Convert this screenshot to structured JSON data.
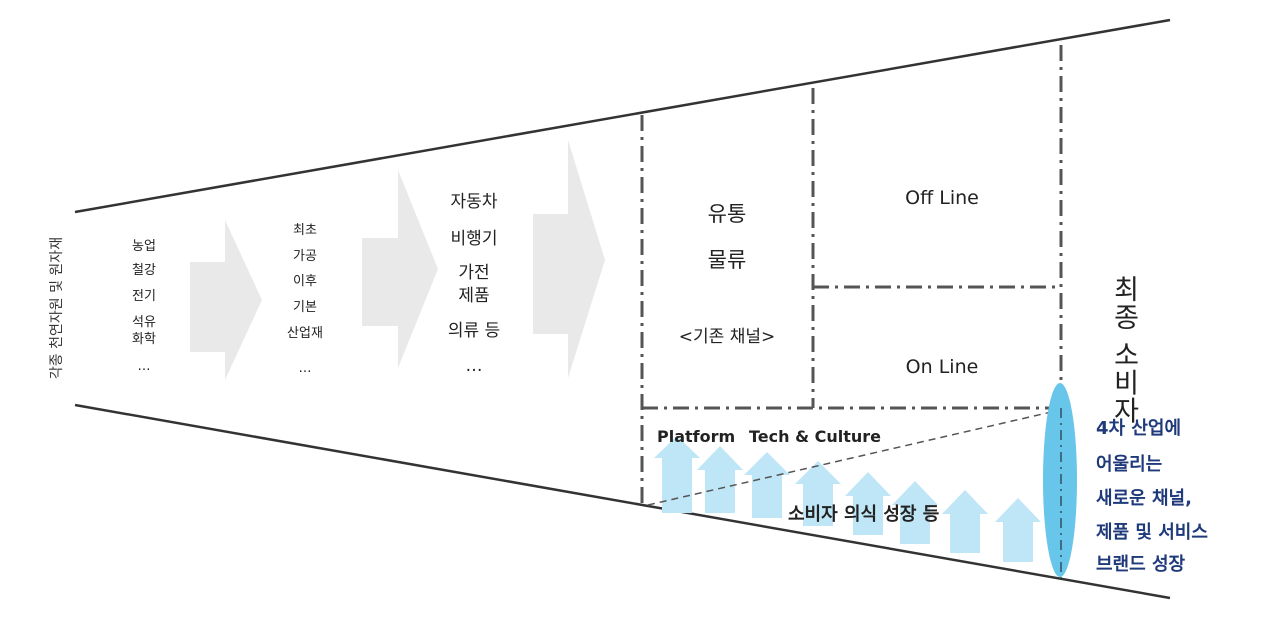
{
  "left_label": "각종 천연자원 및 원자재",
  "stage1": [
    "농업",
    "철강",
    "전기",
    "석유",
    "화학",
    "…"
  ],
  "stage2": [
    "최초",
    "가공",
    "이후",
    "기본",
    "산업재",
    "…"
  ],
  "stage3": [
    "자동차",
    "비행기",
    "가전",
    "제품",
    "의류 등",
    "…"
  ],
  "distribution": {
    "line1": "유통",
    "line2": "물류",
    "sub": "<기존 채널>"
  },
  "offline": "Off Line",
  "online": "On Line",
  "platform": {
    "label1": "Platform",
    "label2": "Tech & Culture"
  },
  "consumer_growth": "소비자 의식 성장 등",
  "final_consumer": "최종 소비자",
  "industry4": [
    "4차 산업에",
    "어울리는",
    "새로운 채널,",
    "제품 및 서비스",
    "브랜드 성장"
  ],
  "colors": {
    "arrow_gray": "#e9e9e9",
    "arrow_blue": "#bfe6f7",
    "ellipse": "#67c6ea",
    "dash": "#555555",
    "text_blue": "#1f3a7a"
  }
}
